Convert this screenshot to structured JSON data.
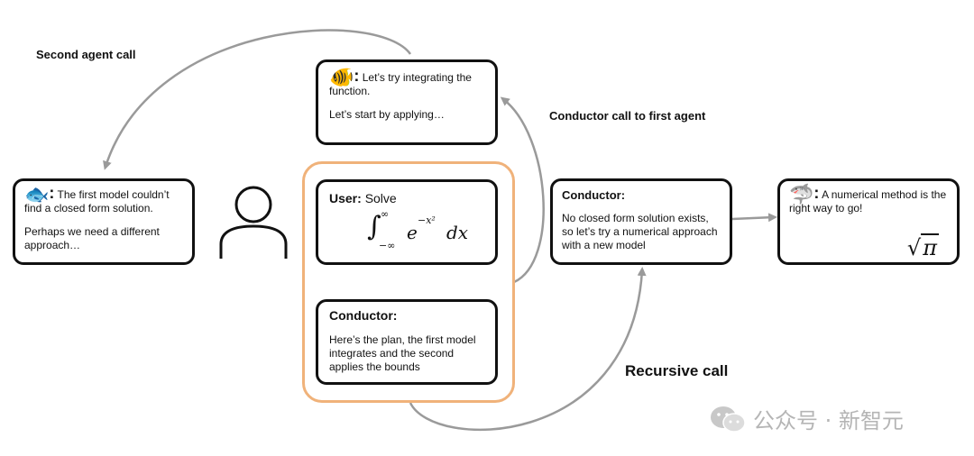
{
  "labels": {
    "second_agent_call": "Second agent call",
    "conductor_call_first": "Conductor call to first agent",
    "recursive_call": "Recursive call"
  },
  "agent1": {
    "icon": "tropical-fish-emoji",
    "colon": ":",
    "line1": "Let’s try integrating the function.",
    "line2": "Let’s start by applying…"
  },
  "agent2": {
    "icon": "fish-emoji",
    "colon": ":",
    "line1": "The first model couldn’t find a closed form solution.",
    "line2": "Perhaps we need a different approach…"
  },
  "user_box": {
    "label": "User:",
    "text": "Solve",
    "integral_upper": "∞",
    "integral_lower": "−∞",
    "integrand_base": "e",
    "integrand_exp": "−x²",
    "dx": "dx"
  },
  "conductor_inner": {
    "label": "Conductor:",
    "text": "Here’s the plan, the first model integrates and the second applies the bounds"
  },
  "conductor_right": {
    "label": "Conductor:",
    "text": "No closed form solution exists, so let’s try a numerical approach with a new model"
  },
  "agent3": {
    "icon": "shark-emoji",
    "colon": ":",
    "text": "A numerical method is the right way to go!",
    "result_sqrt": "√",
    "result_pi": "π"
  },
  "watermark": {
    "icon": "wechat-icon",
    "text": "公众号 · 新智元"
  },
  "colors": {
    "orange_border": "#f0b27a",
    "arrow_gray": "#9a9a9a",
    "box_border": "#111111"
  }
}
